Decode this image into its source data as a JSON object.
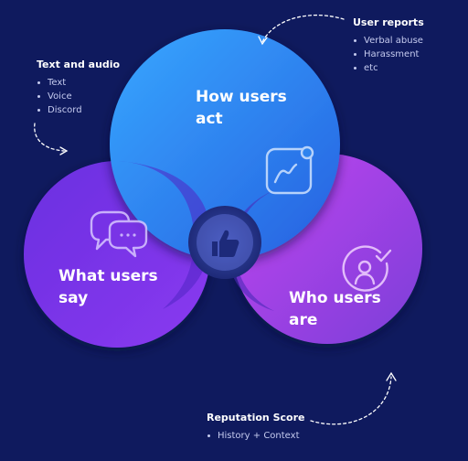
{
  "colors": {
    "background": "#0f1a5e",
    "top_lobe": "#2e7ff0",
    "left_lobe": "#7a35e6",
    "right_lobe": "#b040e8",
    "center": "#2a3a8c"
  },
  "diagram": {
    "lobes": [
      {
        "key": "act",
        "line1": "How users",
        "line2": "act",
        "icon": "line-chart-icon"
      },
      {
        "key": "say",
        "line1": "What users",
        "line2": "say",
        "icon": "chat-bubbles-icon"
      },
      {
        "key": "are",
        "line1": "Who users",
        "line2": "are",
        "icon": "user-check-icon"
      }
    ],
    "center_icon": "thumbs-up-icon"
  },
  "callouts": {
    "text_audio": {
      "title": "Text and audio",
      "items": [
        "Text",
        "Voice",
        "Discord"
      ]
    },
    "user_reports": {
      "title": "User reports",
      "items": [
        "Verbal abuse",
        "Harassment",
        "etc"
      ]
    },
    "reputation": {
      "title": "Reputation Score",
      "items": [
        "History + Context"
      ]
    }
  }
}
